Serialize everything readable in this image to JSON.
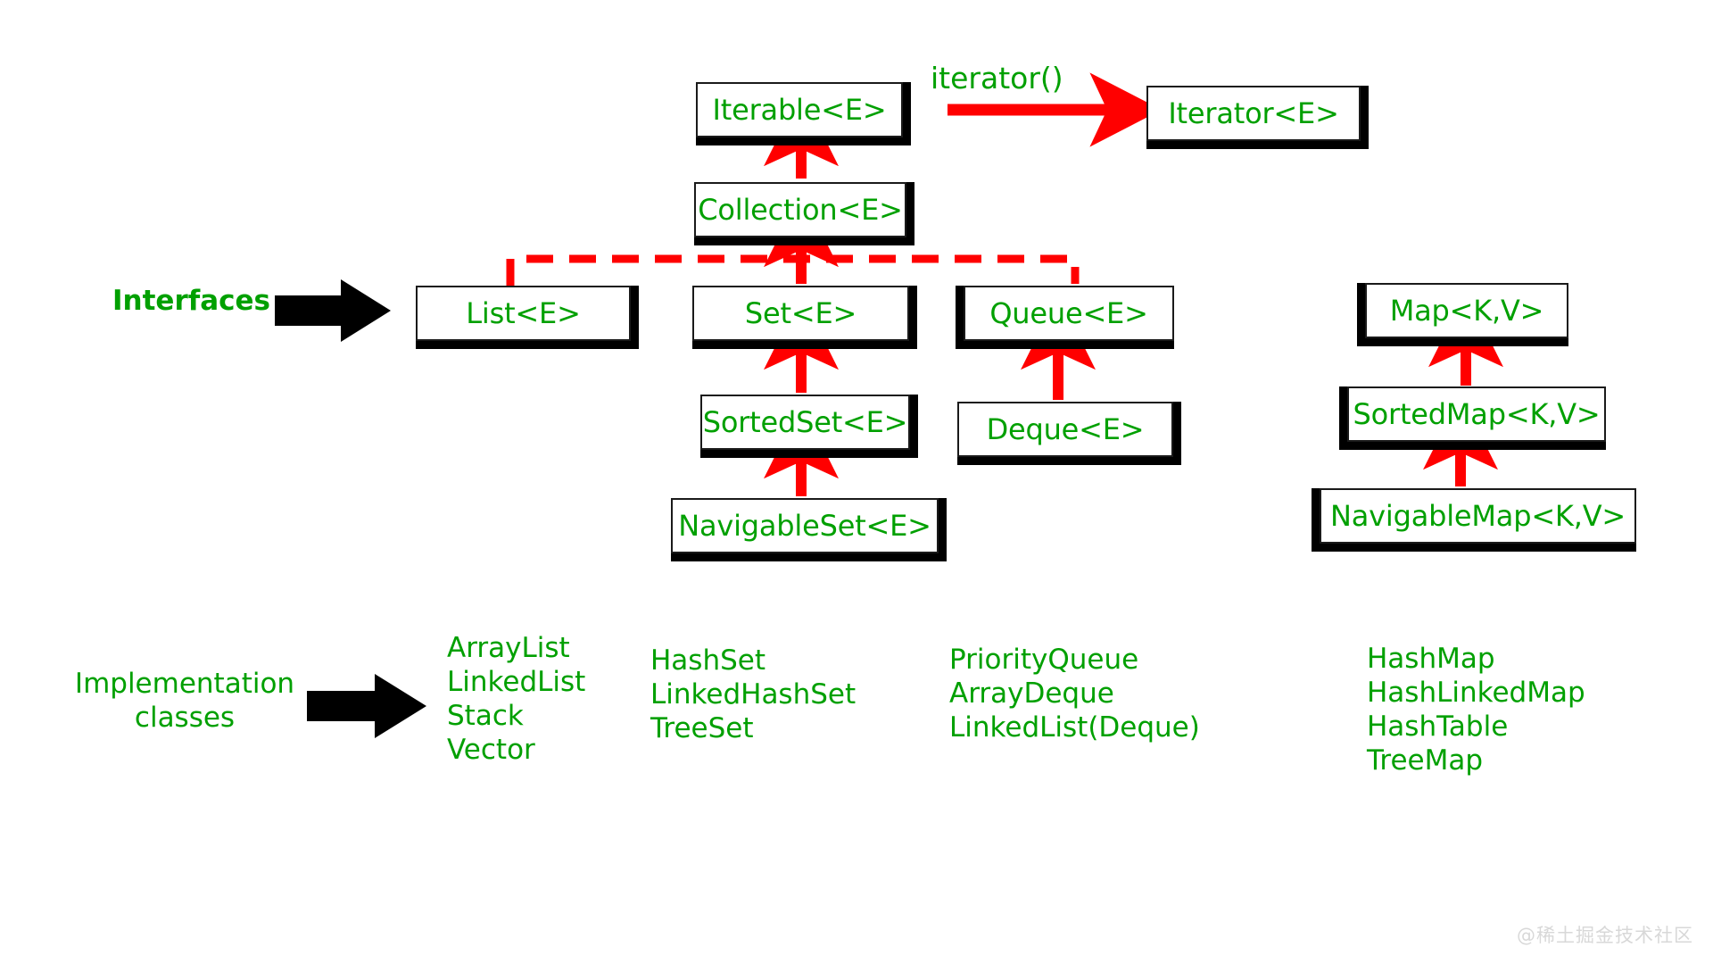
{
  "colors": {
    "node_text": "#00a000",
    "node_border": "#1a1a1a",
    "shadow": "#000000",
    "relation_arrow": "#ff0000",
    "pointer_arrow": "#000000",
    "background": "#ffffff",
    "watermark": "#d8d8d8"
  },
  "legend": {
    "interfaces_label": "Interfaces",
    "implementation_label_line1": "Implementation",
    "implementation_label_line2": "classes"
  },
  "edge_labels": {
    "iterator": "iterator()"
  },
  "nodes": {
    "iterable": "Iterable<E>",
    "iterator": "Iterator<E>",
    "collection": "Collection<E>",
    "list": "List<E>",
    "set": "Set<E>",
    "queue": "Queue<E>",
    "map": "Map<K,V>",
    "sortedset": "SortedSet<E>",
    "deque": "Deque<E>",
    "sortedmap": "SortedMap<K,V>",
    "navigableset": "NavigableSet<E>",
    "navigablemap": "NavigableMap<K,V>"
  },
  "implementations": {
    "list": "ArrayList\nLinkedList\nStack\nVector",
    "set": "HashSet\nLinkedHashSet\nTreeSet",
    "queue": "PriorityQueue\nArrayDeque\nLinkedList(Deque)",
    "map": "HashMap\nHashLinkedMap\nHashTable\nTreeMap"
  },
  "watermark": "@稀土掘金技术社区"
}
